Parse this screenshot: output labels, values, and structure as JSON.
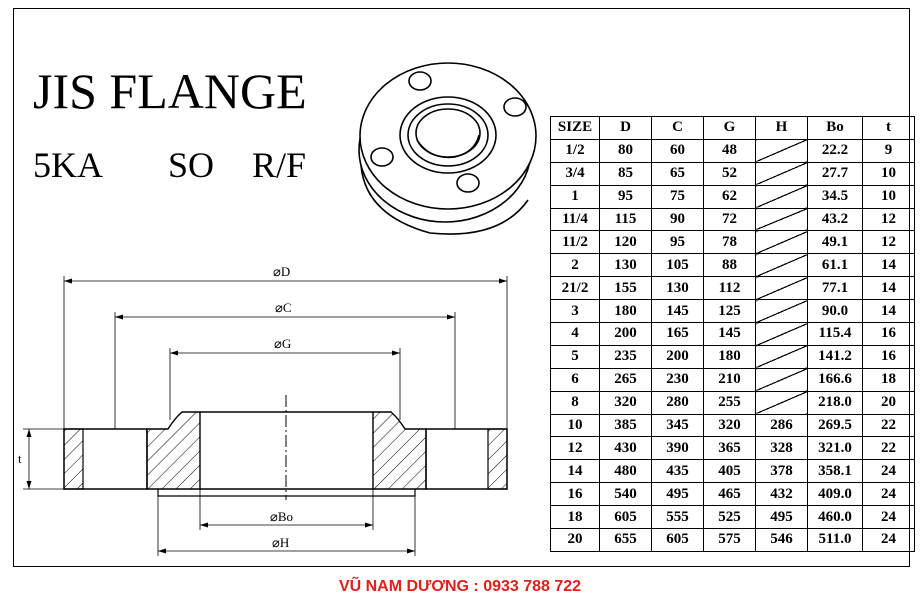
{
  "title": "JIS FLANGE",
  "subtitle": {
    "rating": "5KA",
    "type": "SO",
    "face": "R/F"
  },
  "dimension_labels": {
    "D": "⌀D",
    "C": "⌀C",
    "G": "⌀G",
    "Bo": "⌀Bo",
    "H": "⌀H",
    "t": "t"
  },
  "table": {
    "headers": [
      "SIZE",
      "D",
      "C",
      "G",
      "H",
      "Bo",
      "t"
    ],
    "rows": [
      [
        "1/2",
        "80",
        "60",
        "48",
        "",
        "22.2",
        "9"
      ],
      [
        "3/4",
        "85",
        "65",
        "52",
        "",
        "27.7",
        "10"
      ],
      [
        "1",
        "95",
        "75",
        "62",
        "",
        "34.5",
        "10"
      ],
      [
        "11/4",
        "115",
        "90",
        "72",
        "",
        "43.2",
        "12"
      ],
      [
        "11/2",
        "120",
        "95",
        "78",
        "",
        "49.1",
        "12"
      ],
      [
        "2",
        "130",
        "105",
        "88",
        "",
        "61.1",
        "14"
      ],
      [
        "21/2",
        "155",
        "130",
        "112",
        "",
        "77.1",
        "14"
      ],
      [
        "3",
        "180",
        "145",
        "125",
        "",
        "90.0",
        "14"
      ],
      [
        "4",
        "200",
        "165",
        "145",
        "",
        "115.4",
        "16"
      ],
      [
        "5",
        "235",
        "200",
        "180",
        "",
        "141.2",
        "16"
      ],
      [
        "6",
        "265",
        "230",
        "210",
        "",
        "166.6",
        "18"
      ],
      [
        "8",
        "320",
        "280",
        "255",
        "",
        "218.0",
        "20"
      ],
      [
        "10",
        "385",
        "345",
        "320",
        "286",
        "269.5",
        "22"
      ],
      [
        "12",
        "430",
        "390",
        "365",
        "328",
        "321.0",
        "22"
      ],
      [
        "14",
        "480",
        "435",
        "405",
        "378",
        "358.1",
        "24"
      ],
      [
        "16",
        "540",
        "495",
        "465",
        "432",
        "409.0",
        "24"
      ],
      [
        "18",
        "605",
        "555",
        "525",
        "495",
        "460.0",
        "24"
      ],
      [
        "20",
        "655",
        "605",
        "575",
        "546",
        "511.0",
        "24"
      ]
    ]
  },
  "contact": "VŨ NAM DƯƠNG : 0933 788 722",
  "colors": {
    "contact": "#e0201b",
    "line": "#000000"
  }
}
